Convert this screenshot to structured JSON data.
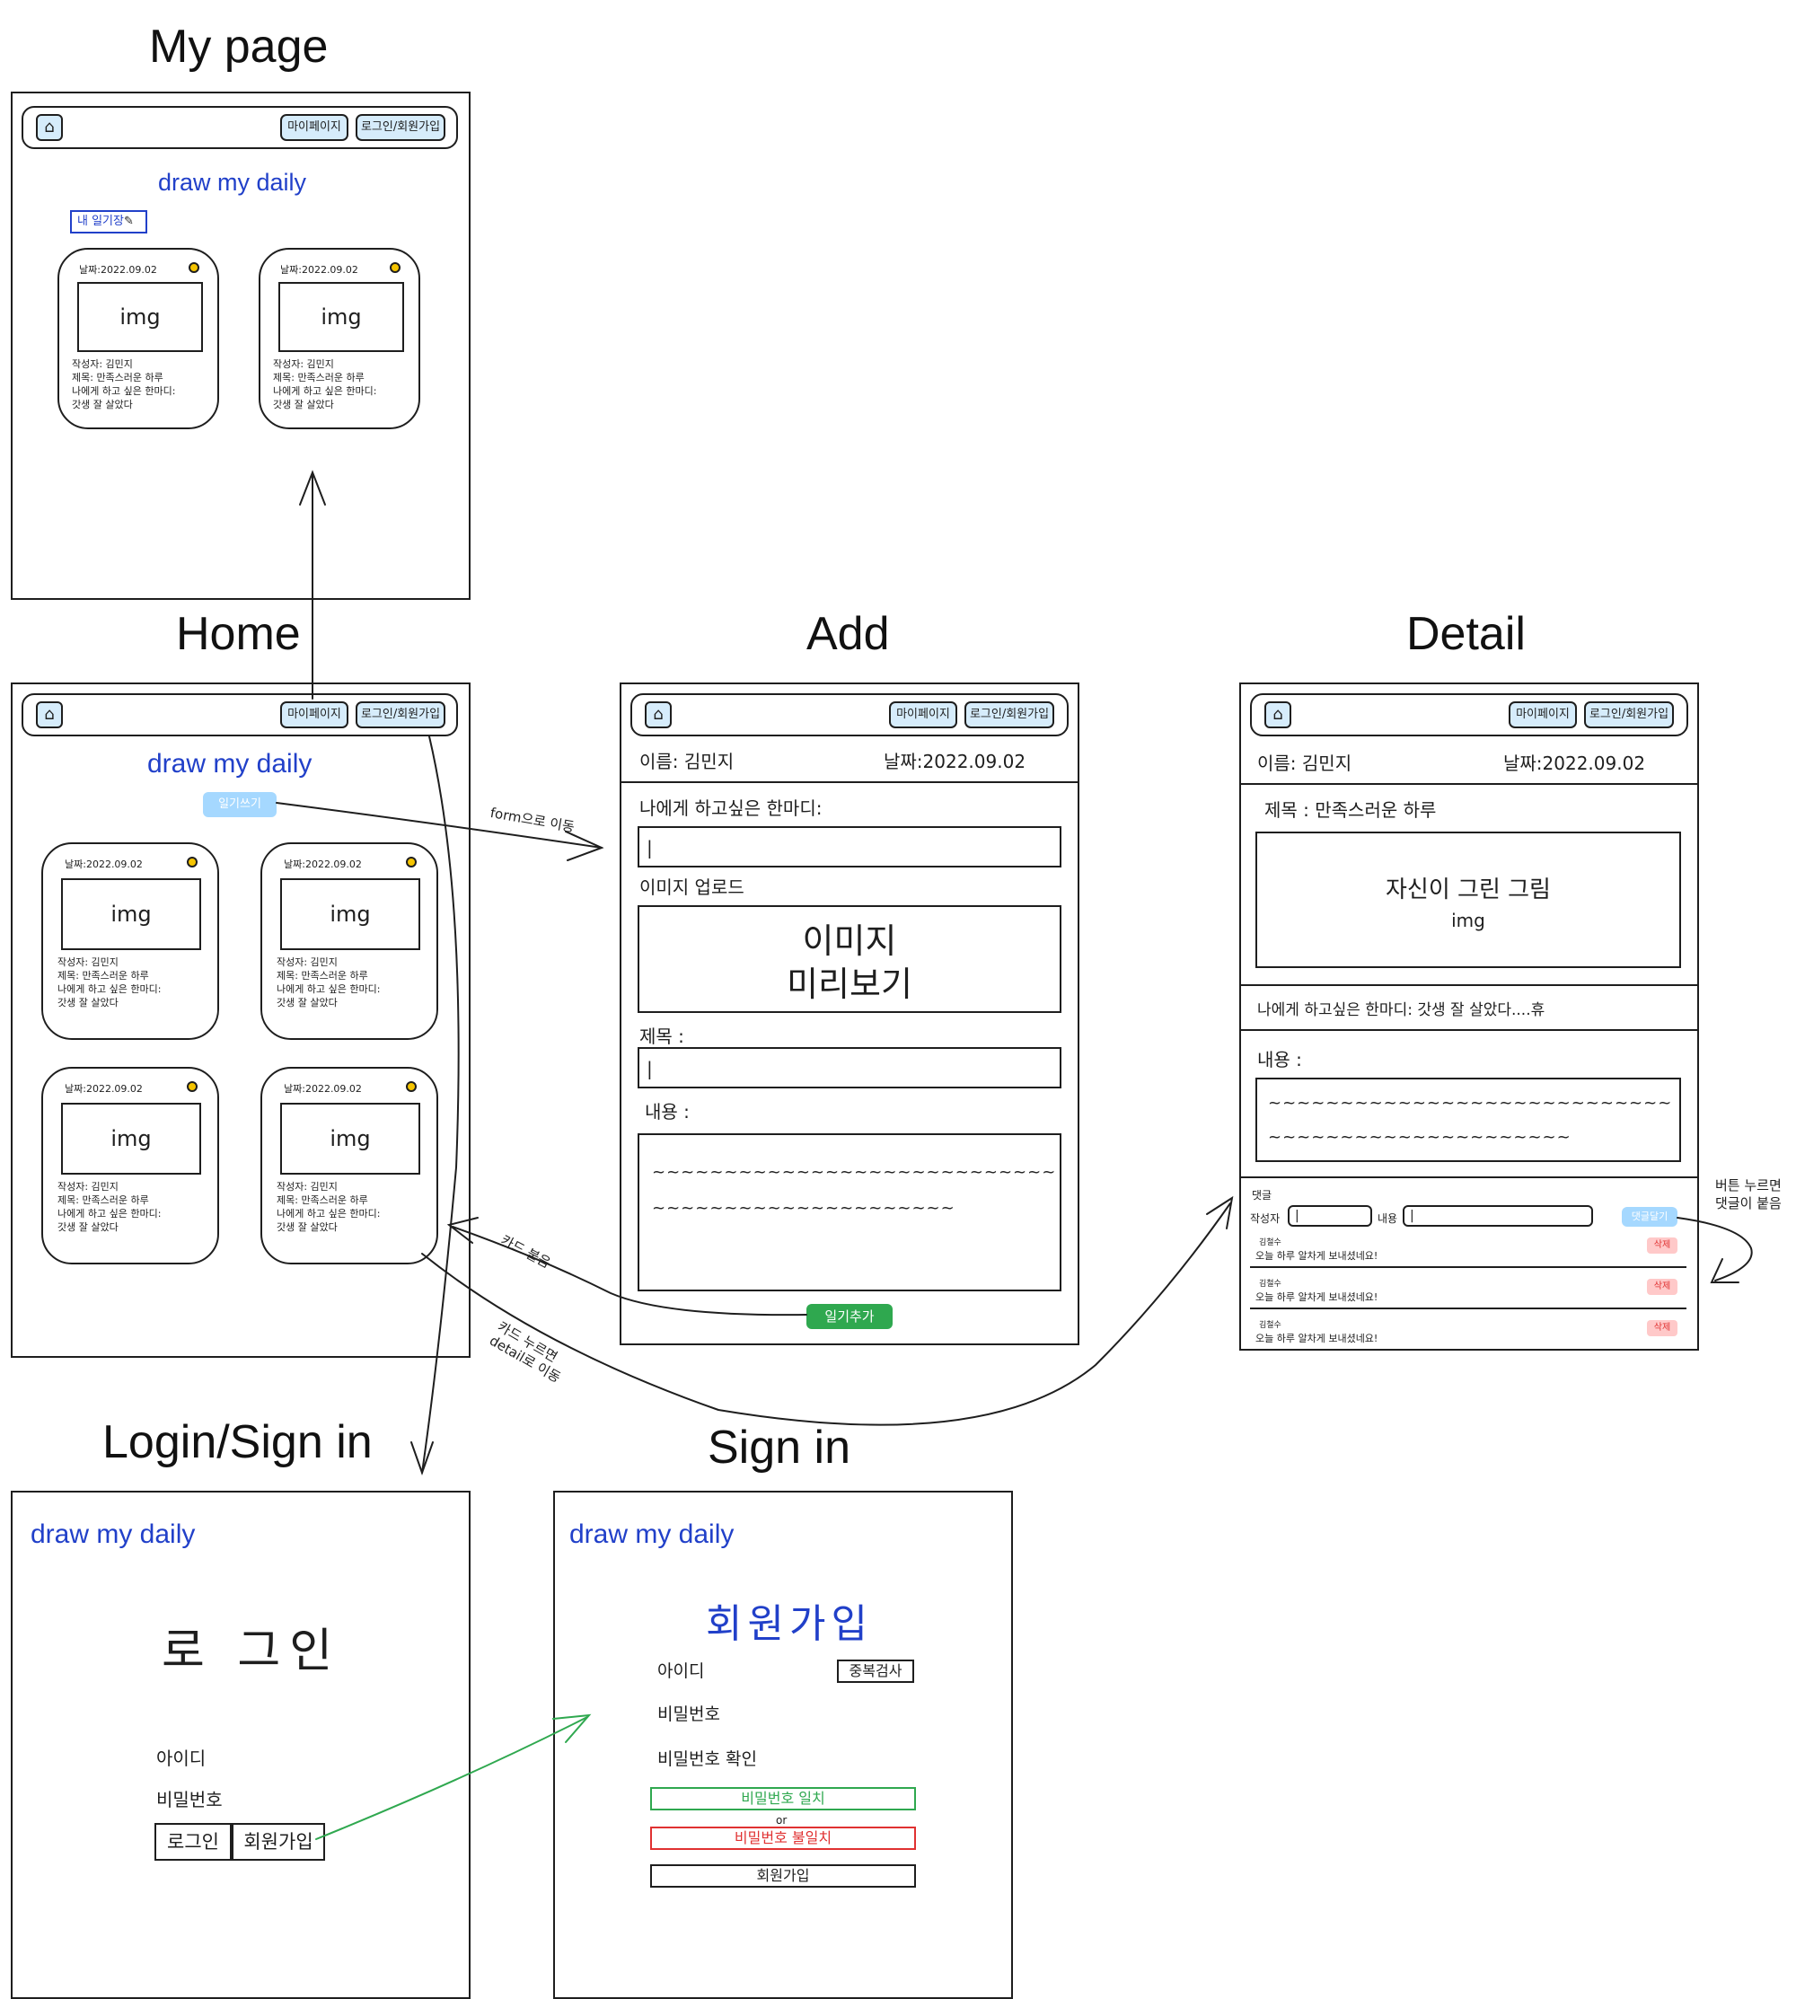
{
  "brand": "draw my daily",
  "nav": {
    "mypage": "마이페이지",
    "login": "로그인/회원가입",
    "home_icon": "house-icon"
  },
  "titles": {
    "mypage": "My page",
    "home": "Home",
    "add": "Add",
    "detail": "Detail",
    "login": "Login/Sign in",
    "signin": "Sign in"
  },
  "card": {
    "date": "날짜:2022.09.02",
    "img": "img",
    "meta": "작성자: 김민지\n제목: 만족스러운 하루\n나에게 하고 싶은 한마디:\n갓생 잘 살았다"
  },
  "mypage": {
    "my_diary": "내 일기장"
  },
  "home": {
    "write_button": "일기쓰기"
  },
  "add": {
    "name": "이름: 김민지",
    "date": "날짜:2022.09.02",
    "oneline_label": "나에게 하고싶은 한마디:",
    "cursor": "|",
    "image_upload_label": "이미지 업로드",
    "preview_line1": "이미지",
    "preview_line2": "미리보기",
    "title_label": "제목 :",
    "content_label": "내용 :",
    "content_line1": "~~~~~~~~~~~~~~~~~~~~~~~~~~~~",
    "content_line2": "~~~~~~~~~~~~~~~~~~~~~",
    "add_button": "일기추가"
  },
  "detail": {
    "name": "이름: 김민지",
    "date": "날짜:2022.09.02",
    "title": "제목 : 만족스러운 하루",
    "drawing_label": "자신이 그린 그림",
    "img": "img",
    "oneline": "나에게 하고싶은 한마디: 갓생 잘 살았다....휴",
    "content_label": "내용 :",
    "content_line1": "~~~~~~~~~~~~~~~~~~~~~~~~~~~~",
    "content_line2": "~~~~~~~~~~~~~~~~~~~~~",
    "comments_header": "댓글",
    "author_label": "작성자",
    "content_field_label": "내용",
    "cursor": "|",
    "comment_button": "댓글달기",
    "comments": [
      {
        "author": "김철수",
        "text": "오늘 하루 알차게 보내셨네요!",
        "delete": "삭제"
      },
      {
        "author": "김철수",
        "text": "오늘 하루 알차게 보내셨네요!",
        "delete": "삭제"
      },
      {
        "author": "김철수",
        "text": "오늘 하루 알차게 보내셨네요!",
        "delete": "삭제"
      }
    ]
  },
  "login": {
    "heading": "로 그인",
    "id_label": "아이디",
    "pw_label": "비밀번호",
    "login_button": "로그인",
    "signup_button": "회원가입"
  },
  "signin": {
    "heading": "회원가입",
    "id_label": "아이디",
    "dup_check": "중복검사",
    "pw_label": "비밀번호",
    "pw_confirm_label": "비밀번호 확인",
    "pw_match": "비밀번호 일치",
    "or": "or",
    "pw_mismatch": "비밀번호 불일치",
    "signup_button": "회원가입"
  },
  "annotations": {
    "form_move": "form으로 이동",
    "card_add": "카드 붙음",
    "card_click_line1": "카드 누르면",
    "card_click_line2": "detail로 이동",
    "button_note_line1": "버튼 누르면",
    "button_note_line2": "댓글이 붙음"
  },
  "colors": {
    "brand": "#2140c9",
    "nav_button": "#d6ecfb",
    "write_button": "#a5d8ff",
    "add_button": "#2fa84f",
    "match": "#2fa84f",
    "mismatch": "#e03131",
    "delete_button": "#ffc9c9",
    "sun": "#f5c400"
  }
}
